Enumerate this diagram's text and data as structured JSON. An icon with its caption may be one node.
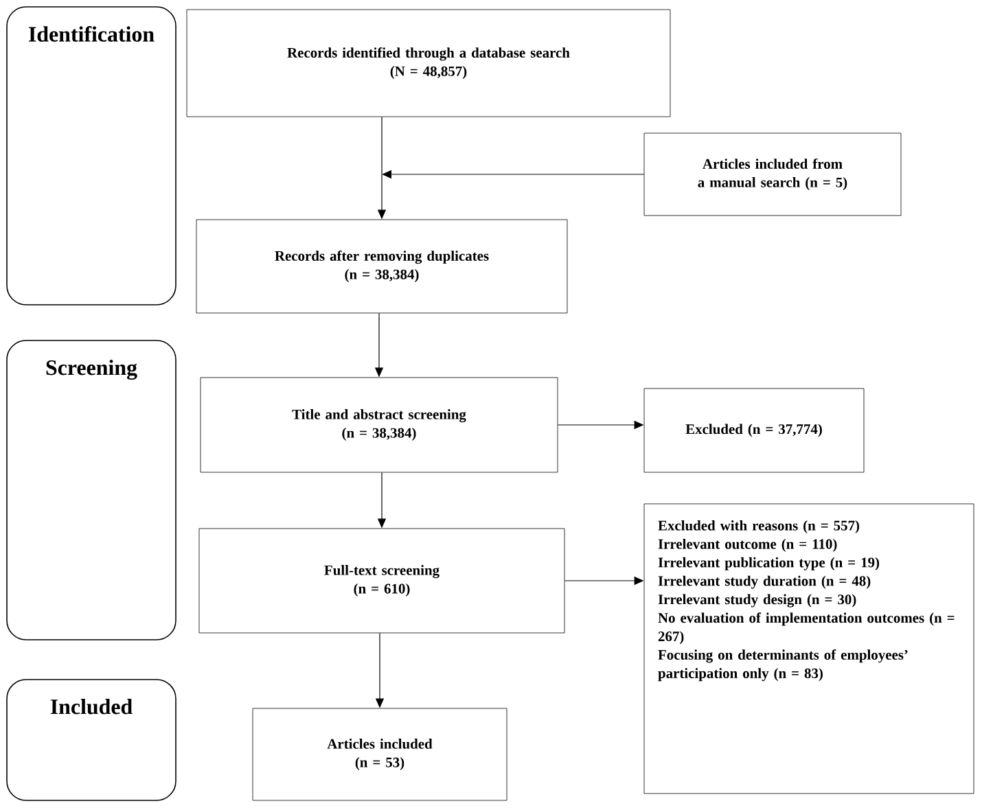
{
  "diagram": {
    "nodes": [
      {
        "text": [
          "Identification"
        ]
      },
      {
        "text": [
          "Screening"
        ]
      },
      {
        "text": [
          "Included"
        ]
      },
      {
        "text": [
          "Records identified through a database search",
          "(N = 48,857)"
        ]
      },
      {
        "text": [
          "Articles included from a manual search (n = 5)"
        ]
      },
      {
        "text": [
          "Records after removing duplicates",
          "(n = 38,384)"
        ]
      },
      {
        "text": [
          "Title and abstract screening",
          "(n = 38,384)"
        ]
      },
      {
        "text": [
          "Excluded (n = 37,774)"
        ]
      },
      {
        "text": [
          "Full-text screening",
          "(n = 610)"
        ]
      },
      {
        "text": [
          "Excluded with reasons (n = 557)",
          "Irrelevant outcome (n = 110)",
          "Irrelevant publication type (n = 19)",
          "Irrelevant study duration (n = 48)",
          "Irrelevant study design (n = 30)",
          "No evaluation of implementation outcomes (n = 267)",
          "Focusing on determinants of employees’ participation only (n = 83)"
        ]
      },
      {
        "text": [
          "Articles included",
          "(n = 53)"
        ]
      }
    ],
    "edges": [
      {
        "from": 3,
        "to": 5,
        "arrow": "to"
      },
      {
        "from": 4,
        "to": 5,
        "arrow": "to"
      },
      {
        "from": 5,
        "to": 6,
        "arrow": "to"
      },
      {
        "from": 6,
        "to": 7,
        "arrow": "to"
      },
      {
        "from": 6,
        "to": 8,
        "arrow": "to"
      },
      {
        "from": 8,
        "to": 9,
        "arrow": "to"
      },
      {
        "from": 8,
        "to": 10,
        "arrow": "to"
      }
    ]
  }
}
